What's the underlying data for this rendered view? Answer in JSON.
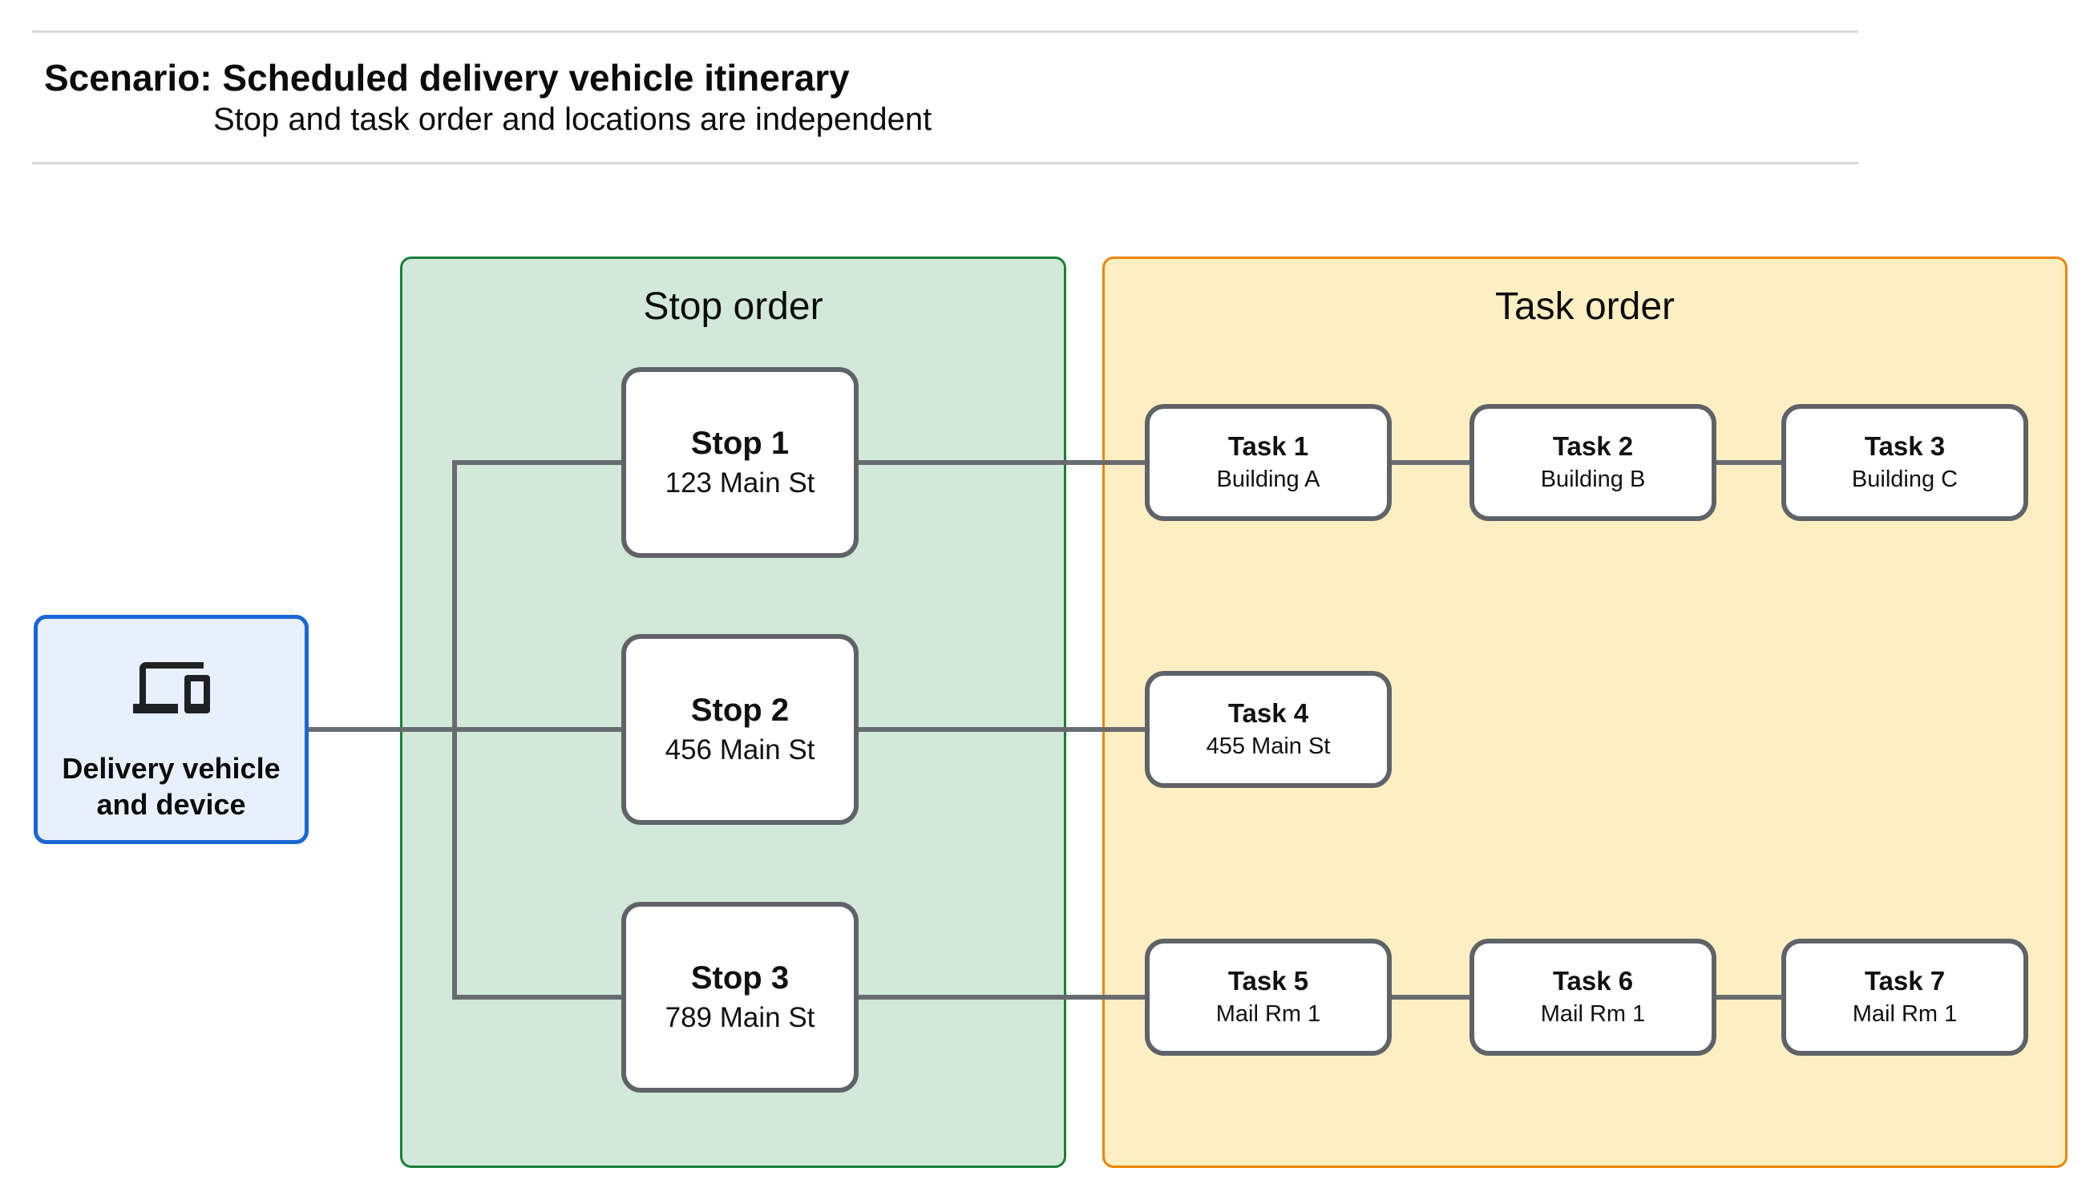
{
  "header": {
    "title": "Scenario: Scheduled delivery vehicle itinerary",
    "subtitle": "Stop and task order and locations are independent"
  },
  "device_node": {
    "icon": "devices-icon",
    "label": "Delivery vehicle and device"
  },
  "stop_group": {
    "title": "Stop order",
    "stops": [
      {
        "name": "Stop 1",
        "location": "123 Main St"
      },
      {
        "name": "Stop 2",
        "location": "456 Main St"
      },
      {
        "name": "Stop 3",
        "location": "789 Main St"
      }
    ]
  },
  "task_group": {
    "title": "Task order",
    "tasks": [
      {
        "name": "Task 1",
        "location": "Building A"
      },
      {
        "name": "Task 2",
        "location": "Building B"
      },
      {
        "name": "Task 3",
        "location": "Building C"
      },
      {
        "name": "Task 4",
        "location": "455 Main St"
      },
      {
        "name": "Task 5",
        "location": "Mail Rm 1"
      },
      {
        "name": "Task 6",
        "location": "Mail Rm 1"
      },
      {
        "name": "Task 7",
        "location": "Mail Rm 1"
      }
    ]
  },
  "colors": {
    "stop_group_fill": "#d2e8d9",
    "stop_group_border": "#188038",
    "task_group_fill": "#feefc3",
    "task_group_border": "#ea8600",
    "device_fill": "#e8f0fe",
    "device_border": "#1967d2",
    "connector": "#686c70",
    "node_border": "#5f6368"
  }
}
